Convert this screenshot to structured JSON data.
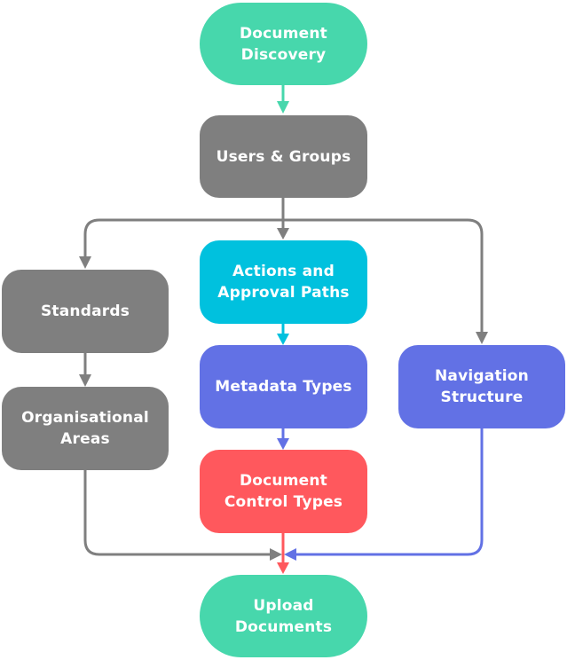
{
  "colors": {
    "teal": "#47d7ac",
    "gray": "#7f7f7f",
    "cyan": "#00c1de",
    "indigo": "#6271e5",
    "red": "#ff585d",
    "white": "#ffffff"
  },
  "nodes": {
    "document_discovery": {
      "label": "Document\nDiscovery"
    },
    "users_groups": {
      "label": "Users & Groups"
    },
    "standards": {
      "label": "Standards"
    },
    "actions_approval": {
      "label": "Actions and\nApproval Paths"
    },
    "metadata_types": {
      "label": "Metadata Types"
    },
    "navigation_structure": {
      "label": "Navigation\nStructure"
    },
    "organisational_areas": {
      "label": "Organisational\nAreas"
    },
    "document_control_types": {
      "label": "Document\nControl Types"
    },
    "upload_documents": {
      "label": "Upload\nDocuments"
    }
  },
  "edges": [
    {
      "from": "Document Discovery",
      "to": "Users & Groups",
      "color": "teal"
    },
    {
      "from": "Users & Groups",
      "to": "Standards",
      "color": "gray"
    },
    {
      "from": "Users & Groups",
      "to": "Actions and Approval Paths",
      "color": "gray"
    },
    {
      "from": "Users & Groups",
      "to": "Navigation Structure",
      "color": "gray"
    },
    {
      "from": "Actions and Approval Paths",
      "to": "Metadata Types",
      "color": "cyan"
    },
    {
      "from": "Metadata Types",
      "to": "Document Control Types",
      "color": "indigo"
    },
    {
      "from": "Standards",
      "to": "Organisational Areas",
      "color": "gray"
    },
    {
      "from": "Organisational Areas",
      "to": "Upload Documents",
      "color": "gray"
    },
    {
      "from": "Navigation Structure",
      "to": "Upload Documents",
      "color": "indigo"
    },
    {
      "from": "Document Control Types",
      "to": "Upload Documents",
      "color": "red"
    }
  ]
}
